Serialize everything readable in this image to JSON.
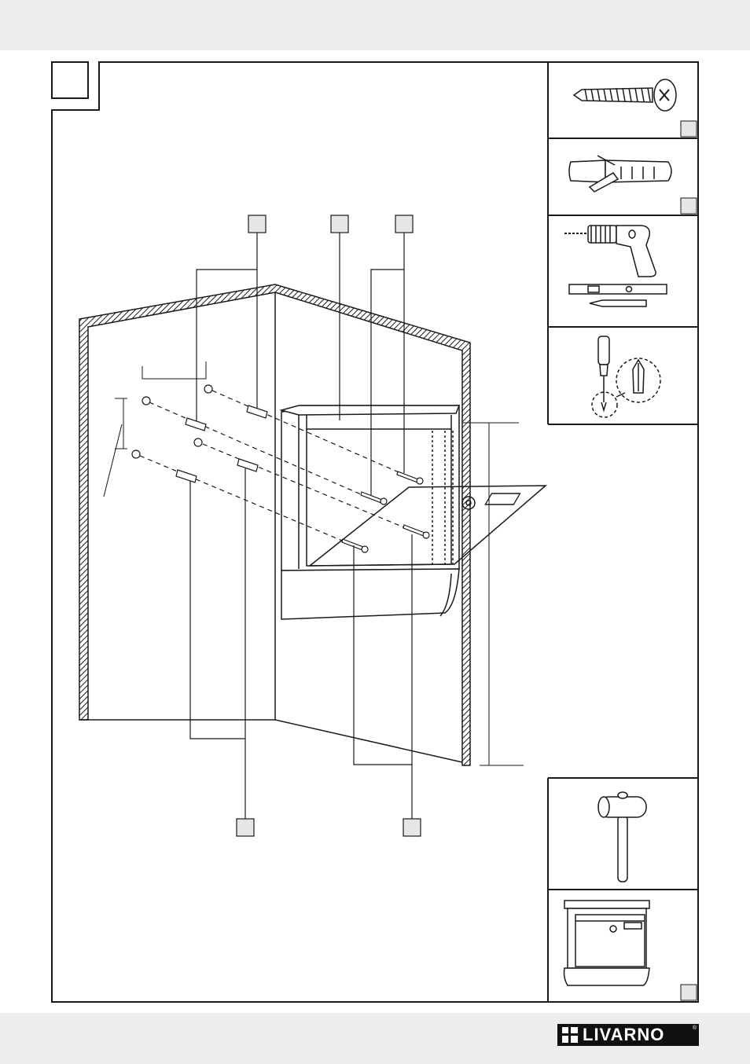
{
  "brand": {
    "name": "LIVARNO",
    "registered_mark": "®",
    "background_color": "#111111",
    "text_color": "#ffffff"
  },
  "diagram": {
    "step_label": "",
    "part_labels": [
      "",
      "",
      "",
      "",
      "",
      ""
    ],
    "tool_panels": [
      {
        "name": "screw",
        "label": ""
      },
      {
        "name": "wall-plug",
        "label": ""
      },
      {
        "name": "drill-level-pencil",
        "label": ""
      },
      {
        "name": "screwdriver",
        "label": ""
      },
      {
        "name": "hammer",
        "label": ""
      },
      {
        "name": "mailbox",
        "label": ""
      }
    ]
  },
  "colors": {
    "band": "#ededee",
    "line": "#1a1a1a",
    "hatch_fill": "#ffffff",
    "label_box": "#e6e6e6"
  }
}
